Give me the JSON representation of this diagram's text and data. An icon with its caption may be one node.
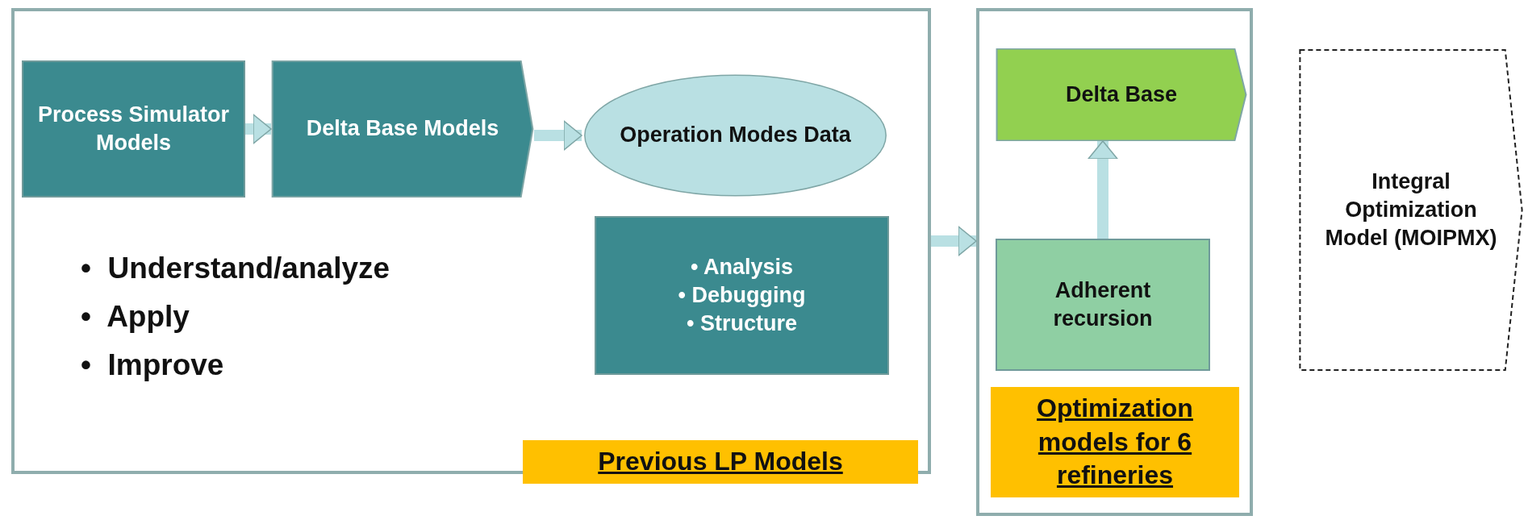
{
  "diagram": {
    "nodes": [
      {
        "text": [
          "Previous LP Models"
        ]
      },
      {
        "text": [
          "Process Simulator Models"
        ],
        "in": 0
      },
      {
        "text": [
          "Delta Base Models"
        ],
        "in": 0
      },
      {
        "text": [
          "Operation Modes Data"
        ],
        "in": 0
      },
      {
        "text": [
          "• Analysis",
          "• Debugging",
          "• Structure"
        ],
        "in": 0
      },
      {
        "text": [
          "Optimization models for 6 refineries"
        ]
      },
      {
        "text": [
          "Delta Base"
        ],
        "in": 5
      },
      {
        "text": [
          "Adherent recursion"
        ],
        "in": 5
      },
      {
        "text": [
          "Integral Optimization Model (MOIPMX)"
        ]
      }
    ],
    "edges": [
      {
        "from": 1,
        "to": 2,
        "arrow": "to"
      },
      {
        "from": 2,
        "to": 3,
        "arrow": "to"
      },
      {
        "from": 0,
        "to": 5,
        "arrow": "to"
      },
      {
        "from": 7,
        "to": 6,
        "arrow": "to"
      }
    ],
    "labels": [
      "•  Understand/analyze",
      "•  Apply",
      "•  Improve"
    ]
  }
}
